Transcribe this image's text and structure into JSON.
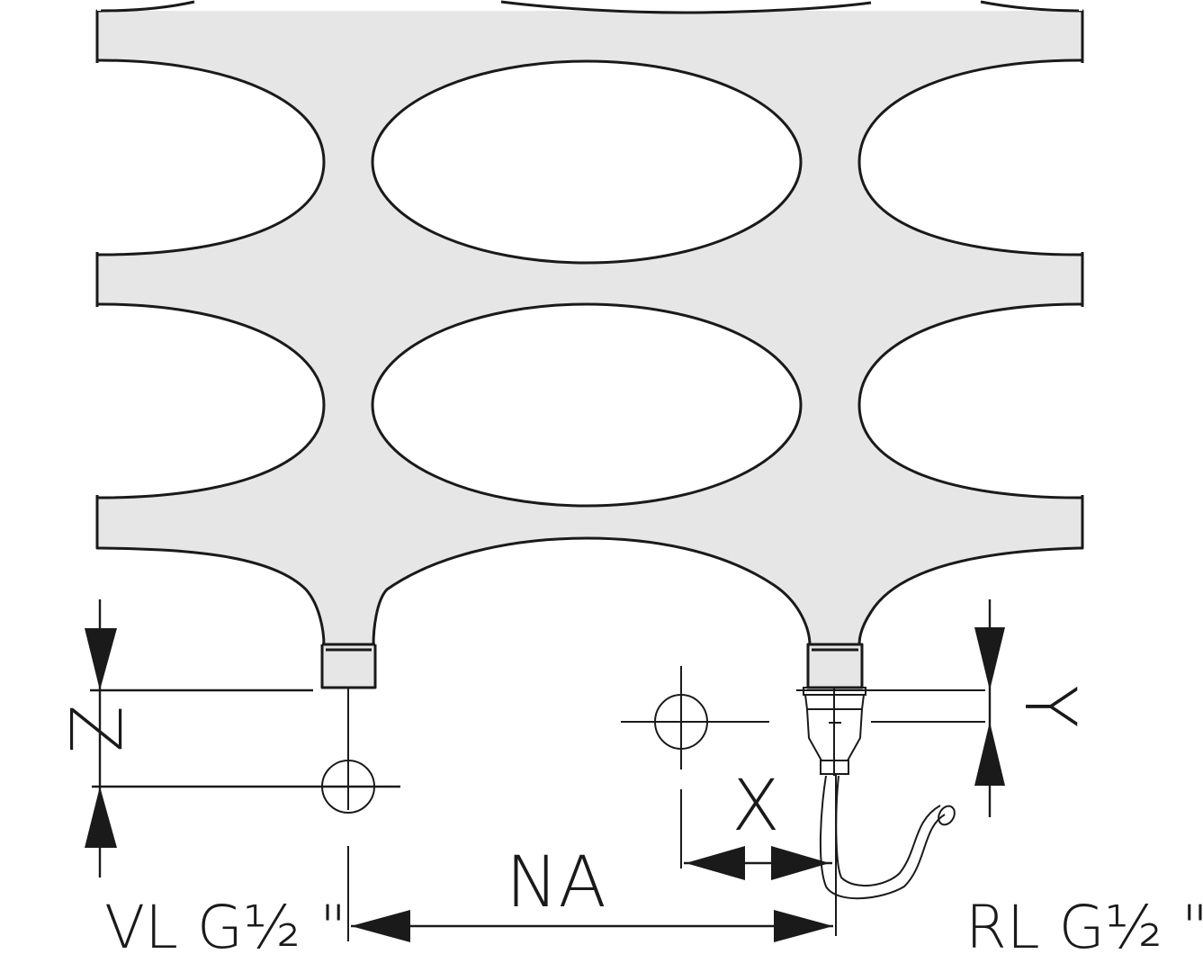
{
  "drawing": {
    "title": "Radiator connection dimensions",
    "colors": {
      "body_fill": "#e6e6e6",
      "line": "#1a1a1a",
      "background": "#ffffff"
    },
    "dimensions": {
      "z_label": "Z",
      "y_label": "Y",
      "x_label": "X",
      "na_label": "NA"
    },
    "connections": {
      "supply_label": "VL G½ \"",
      "return_label": "RL G½ \""
    }
  }
}
